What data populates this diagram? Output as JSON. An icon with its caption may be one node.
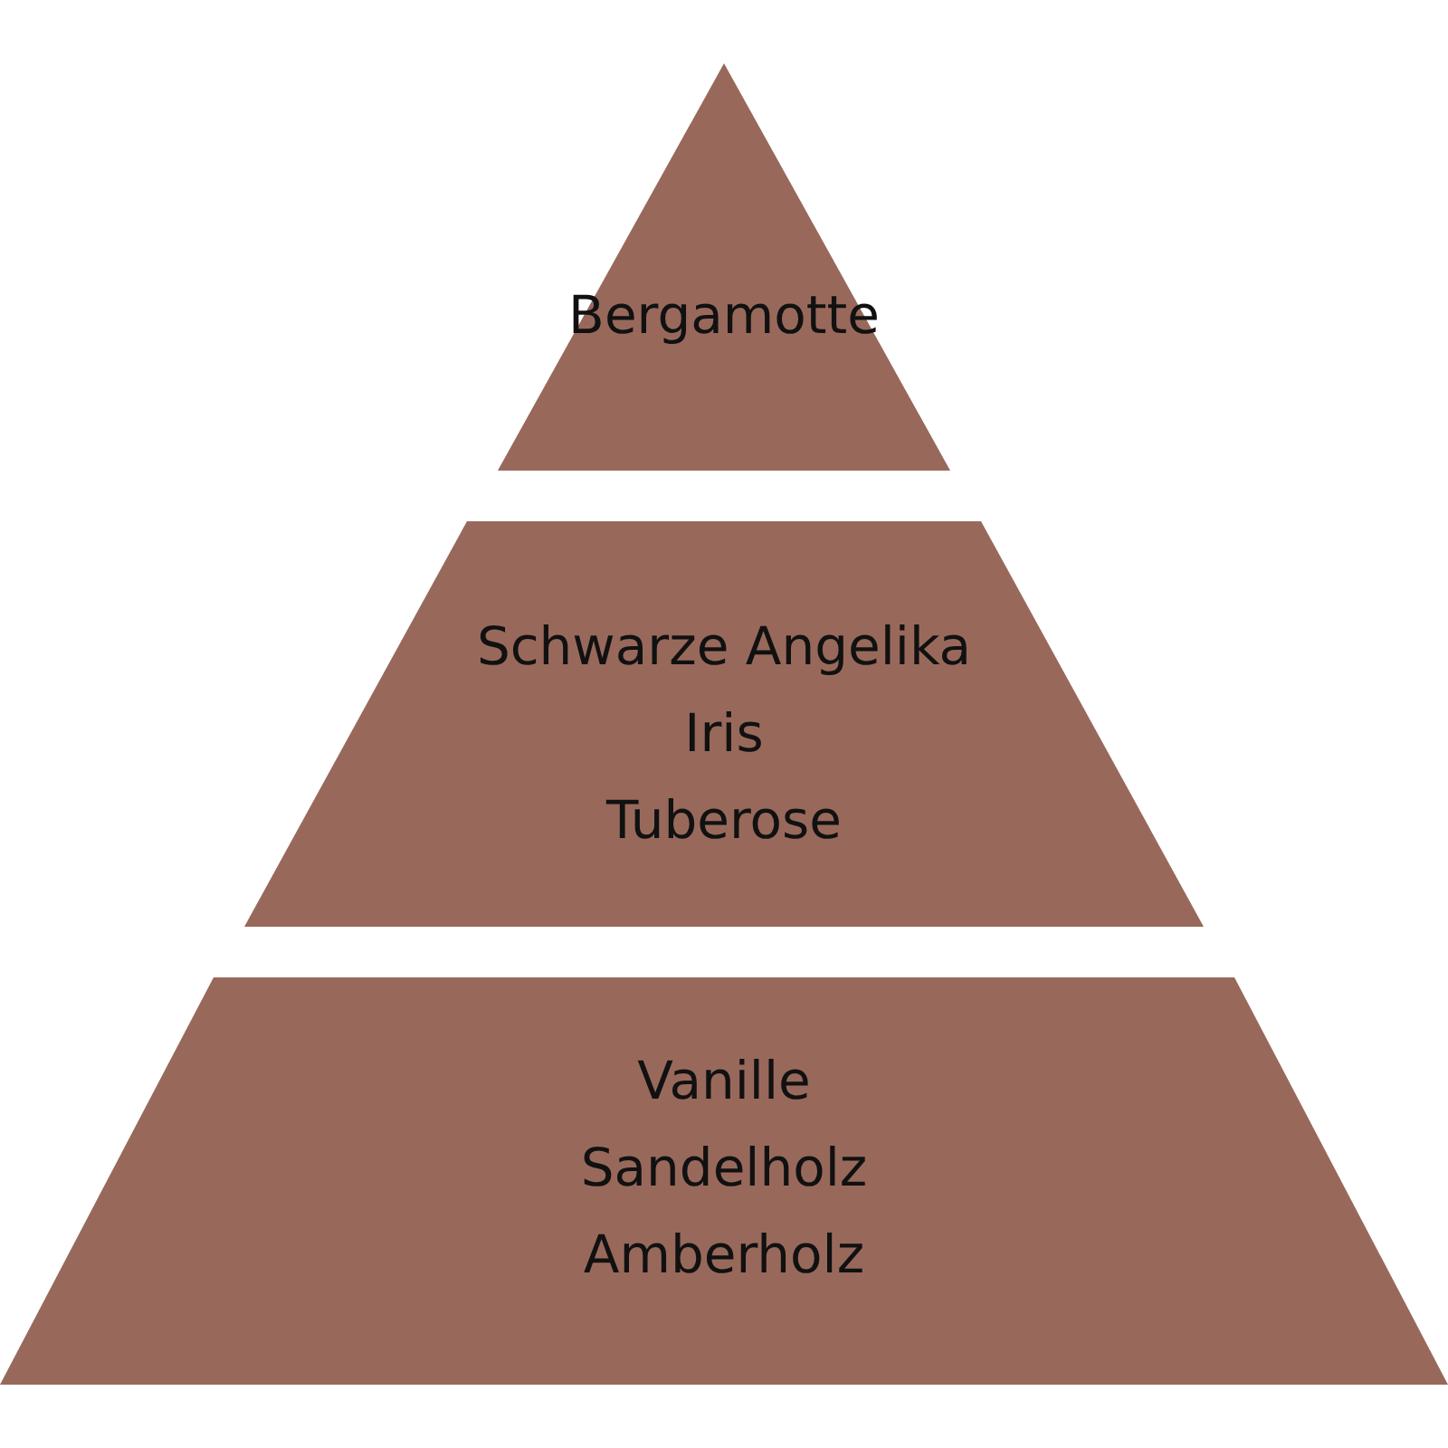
{
  "diagram": {
    "nodes": [
      {
        "text": [
          "Bergamotte"
        ]
      },
      {
        "text": [
          "Schwarze Angelika",
          "Iris",
          "Tuberose"
        ]
      },
      {
        "text": [
          "Vanille",
          "Sandelholz",
          "Amberholz"
        ]
      }
    ]
  }
}
